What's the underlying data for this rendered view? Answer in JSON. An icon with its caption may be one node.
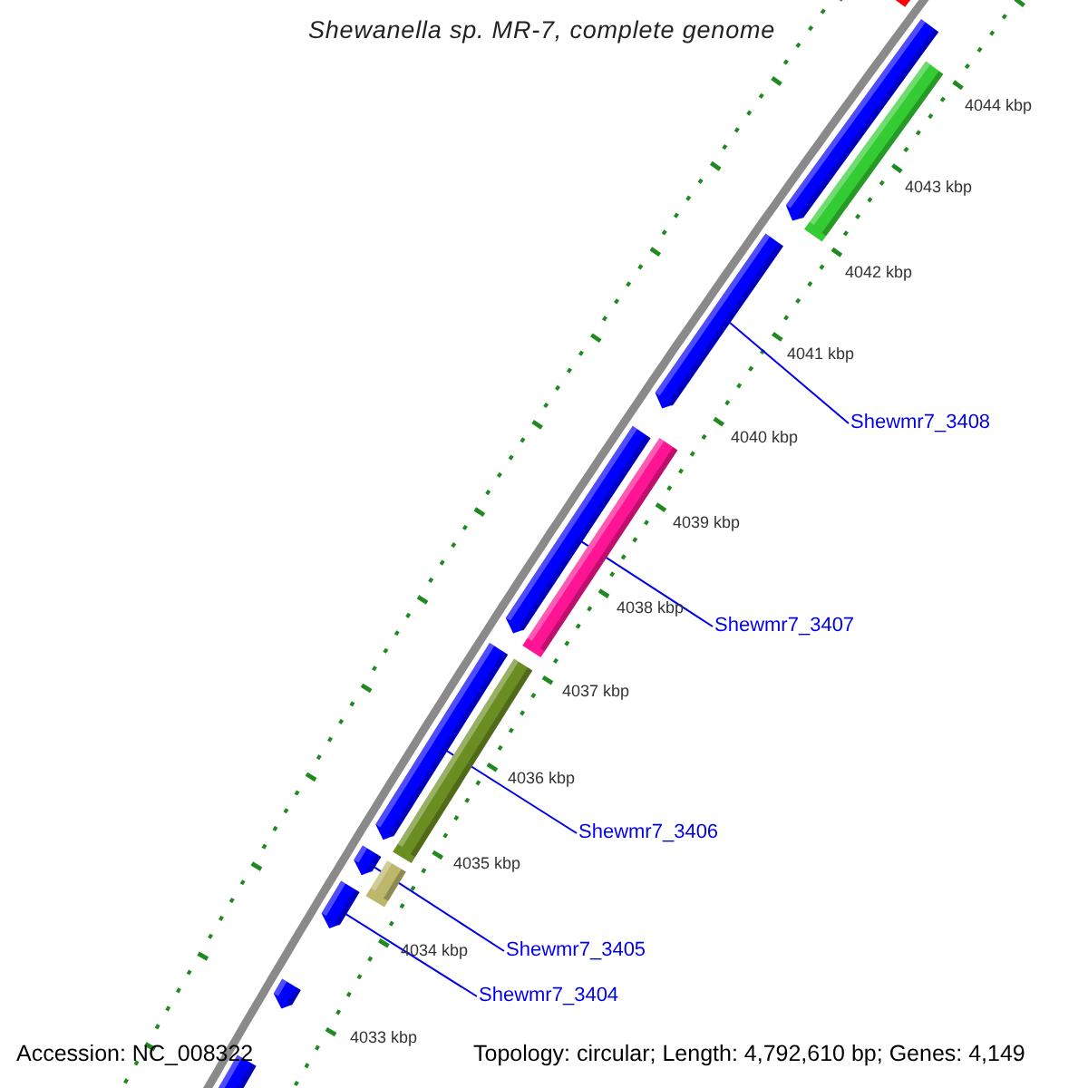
{
  "diagram": {
    "title": "Shewanella sp. MR-7, complete genome",
    "nodes": [
      {
        "text": [
          "Shewmr7_3408"
        ]
      },
      {
        "text": [
          "Shewmr7_3407"
        ]
      },
      {
        "text": [
          "Shewmr7_3406"
        ]
      },
      {
        "text": [
          "Shewmr7_3405"
        ]
      },
      {
        "text": [
          "Shewmr7_3404"
        ]
      },
      {
        "text": [],
        "shape": "bar"
      },
      {
        "text": [],
        "shape": "pentagon"
      },
      {
        "text": [],
        "shape": "bar"
      },
      {
        "text": [],
        "shape": "pentagon"
      },
      {
        "text": [],
        "shape": "pentagon"
      },
      {
        "text": [],
        "shape": "bar"
      },
      {
        "text": [],
        "shape": "pentagon"
      },
      {
        "text": [],
        "shape": "bar"
      },
      {
        "text": [],
        "shape": "pentagon"
      },
      {
        "text": [],
        "shape": "bar"
      },
      {
        "text": [],
        "shape": "pentagon"
      },
      {
        "text": [],
        "shape": "pentagon"
      },
      {
        "text": [],
        "shape": "pentagon"
      }
    ],
    "edges": [
      {
        "from": 0,
        "to": 8,
        "arrow": "none"
      },
      {
        "from": 1,
        "to": 9,
        "arrow": "none"
      },
      {
        "from": 2,
        "to": 11,
        "arrow": "none"
      },
      {
        "from": 3,
        "to": 13,
        "arrow": "none"
      },
      {
        "from": 4,
        "to": 15,
        "arrow": "none"
      }
    ],
    "labels": [
      "4044 kbp",
      "4043 kbp",
      "4042 kbp",
      "4041 kbp",
      "4040 kbp",
      "4039 kbp",
      "4038 kbp",
      "4037 kbp",
      "4036 kbp",
      "4035 kbp",
      "4034 kbp",
      "4033 kbp",
      "Accession: NC_008322",
      "Topology: circular; Length: 4,792,610 bp; Genes: 4,149"
    ]
  }
}
